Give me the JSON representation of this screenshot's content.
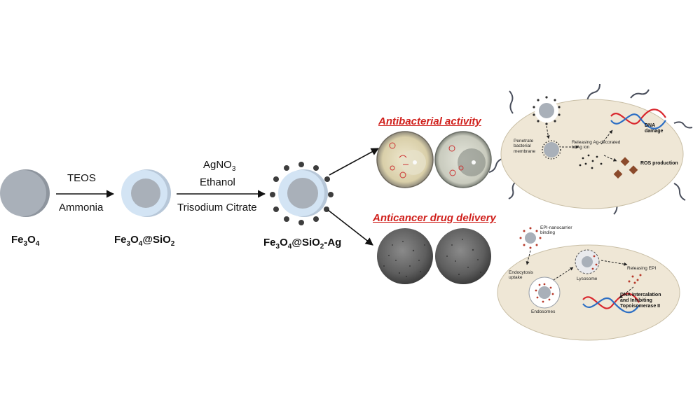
{
  "synthesis": {
    "step1": {
      "top": "TEOS",
      "bottom": "Ammonia"
    },
    "step2": {
      "line1_main": "AgNO",
      "line1_sub": "3",
      "line2": "Ethanol",
      "line3": "Trisodium Citrate"
    }
  },
  "compounds": {
    "fe3o4": {
      "p1": "Fe",
      "s1": "3",
      "p2": "O",
      "s2": "4"
    },
    "fe3o4_sio2": {
      "p1": "Fe",
      "s1": "3",
      "p2": "O",
      "s2": "4",
      "p3": "@SiO",
      "s3": "2"
    },
    "fe3o4_sio2_ag": {
      "p1": "Fe",
      "s1": "3",
      "p2": "O",
      "s2": "4",
      "p3": "@SiO",
      "s3": "2",
      "p4": "-Ag"
    }
  },
  "applications": {
    "antibacterial": {
      "heading": "Antibacterial activity",
      "penetrate": [
        "Penetrate",
        "bacterial",
        "membrane"
      ],
      "releasing": [
        "Releasing Ag-decorated",
        "to Ag ion"
      ],
      "dna": [
        "DNA",
        "damage"
      ],
      "ros": "ROS production"
    },
    "anticancer": {
      "heading": "Anticancer drug delivery",
      "binding": [
        "EPI-nanocarrier",
        "binding"
      ],
      "endocytosis": [
        "Endocytosis",
        "uptake"
      ],
      "lysosome": "Lysosome",
      "endosomes": "Endosomes",
      "releasing_epi": "Releasing EPI",
      "dna": [
        "DNA intercalation",
        "and Inhibiting",
        "Topoisomerase II"
      ]
    }
  },
  "colors": {
    "core": "#a9b0b9",
    "core_dark": "#8e959e",
    "shell": "#d3e4f4",
    "cell": "#efe7d6",
    "heading_red": "#d0201c",
    "dna_red": "#d9282e",
    "dna_blue": "#2d6fc4"
  }
}
